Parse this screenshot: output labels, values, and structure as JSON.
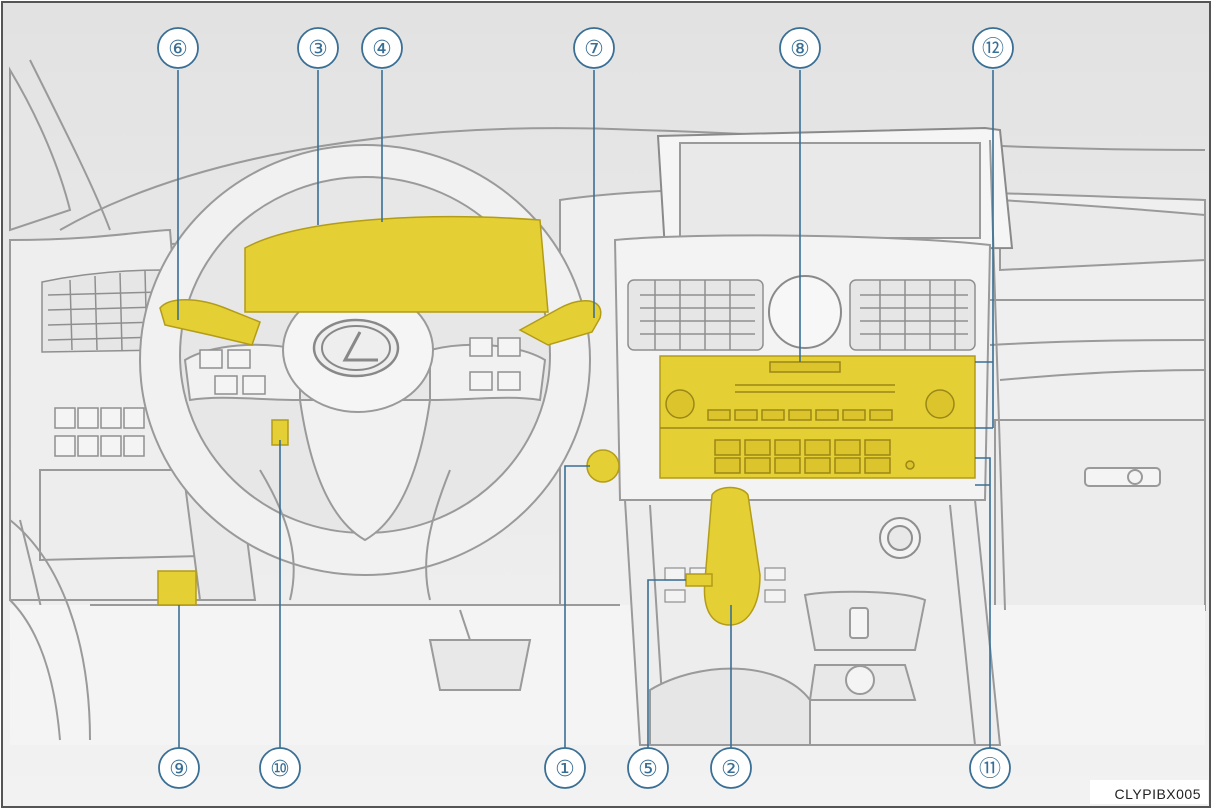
{
  "figure": {
    "code": "CLYPIBX005",
    "colors": {
      "highlight": "#e4cf35",
      "highlight_dark": "#c8b020",
      "line": "#3a6f95",
      "sketch": "#9a9a9a",
      "fill": "#efefef",
      "border": "#555555"
    }
  },
  "callouts": [
    {
      "id": "c6",
      "label": "⑥"
    },
    {
      "id": "c3",
      "label": "③"
    },
    {
      "id": "c4",
      "label": "④"
    },
    {
      "id": "c7",
      "label": "⑦"
    },
    {
      "id": "c8",
      "label": "⑧"
    },
    {
      "id": "c12",
      "label": "⑫"
    },
    {
      "id": "c9",
      "label": "⑨"
    },
    {
      "id": "c10",
      "label": "⑩"
    },
    {
      "id": "c1",
      "label": "①"
    },
    {
      "id": "c5",
      "label": "⑤"
    },
    {
      "id": "c2",
      "label": "②"
    },
    {
      "id": "c11",
      "label": "⑪"
    }
  ]
}
